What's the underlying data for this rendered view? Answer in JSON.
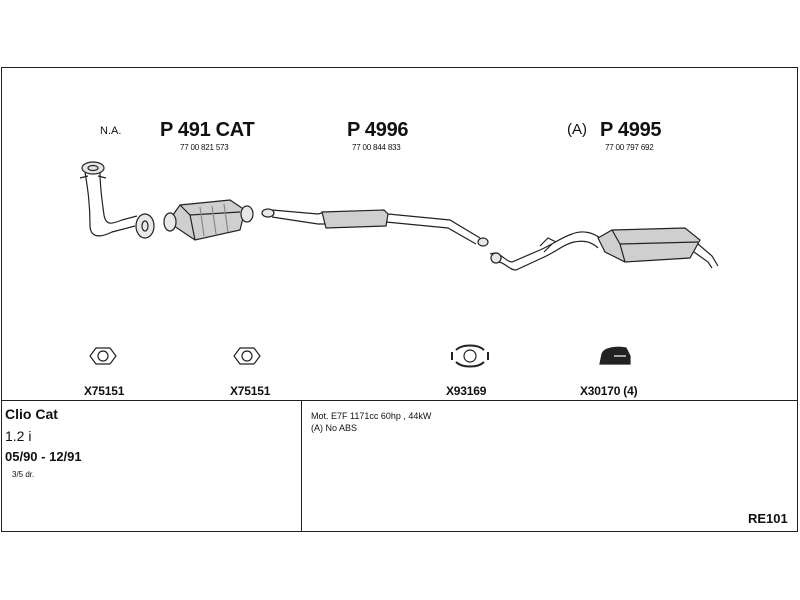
{
  "parts": {
    "na_label": "N.A.",
    "p491": {
      "number": "P 491 CAT",
      "oe": "77 00 821 573"
    },
    "p4996": {
      "number": "P 4996",
      "oe": "77 00 844 833"
    },
    "p4995": {
      "prefix": "(A)",
      "number": "P 4995",
      "oe": "77 00 797 692"
    }
  },
  "clamps": [
    {
      "code": "X75151"
    },
    {
      "code": "X75151"
    },
    {
      "code": "X93169"
    },
    {
      "code": "X30170 (4)"
    }
  ],
  "vehicle": {
    "name": "Clio Cat",
    "engine": "1.2 i",
    "years": "05/90 - 12/91",
    "doors": "3/5 dr."
  },
  "notes": {
    "motor": "Mot. E7F 1171cc 60hp , 44kW",
    "abs": "(A) No ABS"
  },
  "catalog_code": "RE101",
  "colors": {
    "line": "#222222",
    "fill": "#cfcfcf",
    "shade": "#8a8a8a"
  }
}
